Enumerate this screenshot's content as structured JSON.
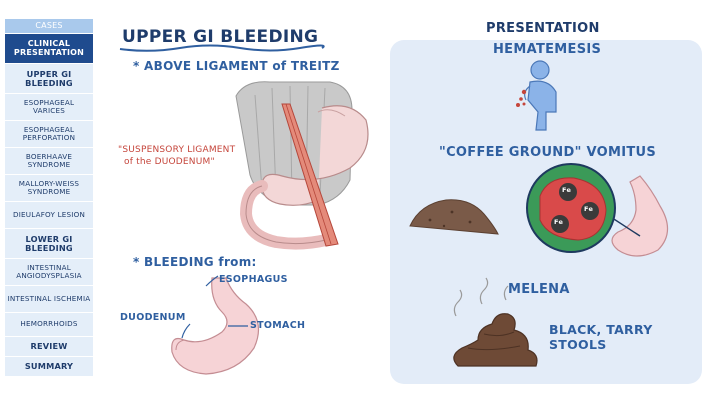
{
  "sidebar": {
    "items": [
      {
        "label": "CASES",
        "type": "header"
      },
      {
        "label": "CLINICAL PRESENTATION",
        "type": "active"
      },
      {
        "label": "UPPER GI BLEEDING",
        "type": "bold"
      },
      {
        "label": "ESOPHAGEAL VARICES",
        "type": "sub"
      },
      {
        "label": "ESOPHAGEAL PERFORATION",
        "type": "sub"
      },
      {
        "label": "BOERHAAVE SYNDROME",
        "type": "sub"
      },
      {
        "label": "MALLORY-WEISS SYNDROME",
        "type": "sub"
      },
      {
        "label": "DIEULAFOY LESION",
        "type": "sub"
      },
      {
        "label": "LOWER GI BLEEDING",
        "type": "bold"
      },
      {
        "label": "INTESTINAL ANGIODYSPLASIA",
        "type": "sub"
      },
      {
        "label": "INTESTINAL ISCHEMIA",
        "type": "sub"
      },
      {
        "label": "HEMORRHOIDS",
        "type": "small"
      },
      {
        "label": "REVIEW",
        "type": "single"
      },
      {
        "label": "SUMMARY",
        "type": "single"
      }
    ]
  },
  "left": {
    "title": "UPPER GI BLEEDING",
    "note_ligament": "* ABOVE LIGAMENT of TREITZ",
    "ligament_label_line1": "\"SUSPENSORY LIGAMENT",
    "ligament_label_line2": "of the DUODENUM\"",
    "note_bleeding": "* BLEEDING from:",
    "label_esophagus": "ESOPHAGUS",
    "label_duodenum": "DUODENUM",
    "label_stomach": "STOMACH"
  },
  "right": {
    "presentation_title": "PRESENTATION",
    "hematemesis": "HEMATEMESIS",
    "coffee_ground": "\"COFFEE GROUND\" VOMITUS",
    "iron_symbol": "Fe",
    "melena": "MELENA",
    "stools_line1": "BLACK, TARRY",
    "stools_line2": "STOOLS"
  },
  "colors": {
    "sidebar_active": "#1f4b8e",
    "sidebar_item": "#e4eef9",
    "sidebar_header": "#a9c9ec",
    "panel_bg": "#e3ecf8",
    "accent_red": "#c5453b",
    "text_blue": "#2f5fa0"
  }
}
